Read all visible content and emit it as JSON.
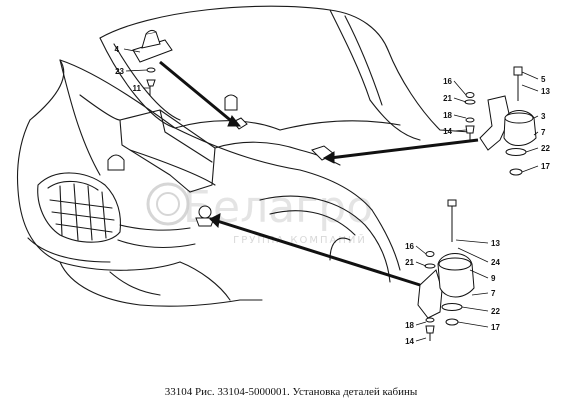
{
  "caption": "33104 Рис. 33104-5000001. Установка деталей кабины",
  "watermark": {
    "name": "Белагро",
    "subtitle": "ГРУППА КОМПАНИЙ"
  },
  "callouts": {
    "top_left": [
      "4",
      "23",
      "11"
    ],
    "upper_right": [
      "16",
      "21",
      "18",
      "14",
      "5",
      "13",
      "3",
      "7",
      "22",
      "17"
    ],
    "lower_right": [
      "16",
      "21",
      "13",
      "24",
      "9",
      "7",
      "18",
      "22",
      "17",
      "14"
    ]
  }
}
